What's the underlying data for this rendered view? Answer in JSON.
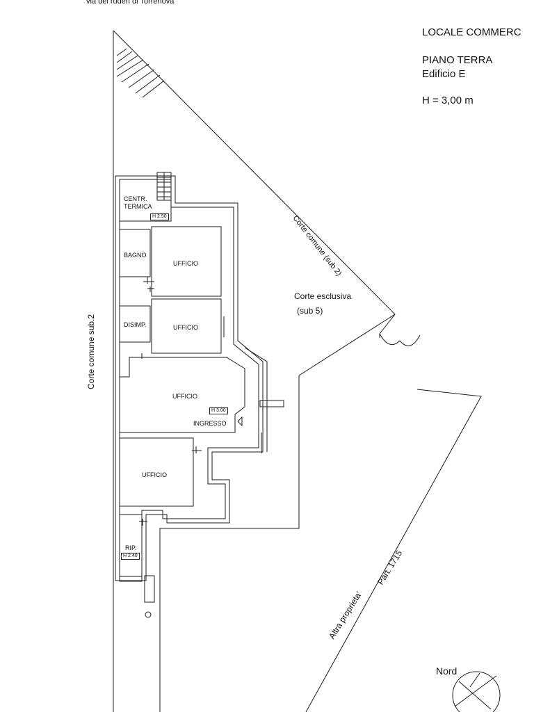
{
  "address": "via dei ruderi di Torrenova",
  "title_block": {
    "use": "LOCALE COMMERC",
    "floor": "PIANO  TERRA",
    "building": "Edificio E",
    "height": "H = 3,00 m"
  },
  "rooms": {
    "centrale_termica_line1": "CENTR.",
    "centrale_termica_line2": "TERMICA",
    "centrale_termica_height": "H 2.50",
    "bagno": "BAGNO",
    "ufficio_1": "UFFICIO",
    "disimpegno": "DISIMP.",
    "ufficio_2": "UFFICIO",
    "ufficio_3": "UFFICIO",
    "ufficio_3_height": "H 3.00",
    "ingresso": "INGRESSO",
    "ufficio_4": "UFFICIO",
    "ripostiglio": "RIP.",
    "ripostiglio_height": "H 2.40"
  },
  "areas": {
    "corte_comune_sub2_diag": "Corte comune (sub 2)",
    "corte_esclusiva": "Corte esclusiva",
    "corte_esclusiva_sub": "(sub 5)",
    "corte_comune_sub2_vert": "Corte comune sub.2",
    "altra_proprieta": "Altra proprieta'",
    "particella": "Part. 1715"
  },
  "north_label": "Nord",
  "colors": {
    "line": "#1a1a1a",
    "background": "#ffffff"
  }
}
